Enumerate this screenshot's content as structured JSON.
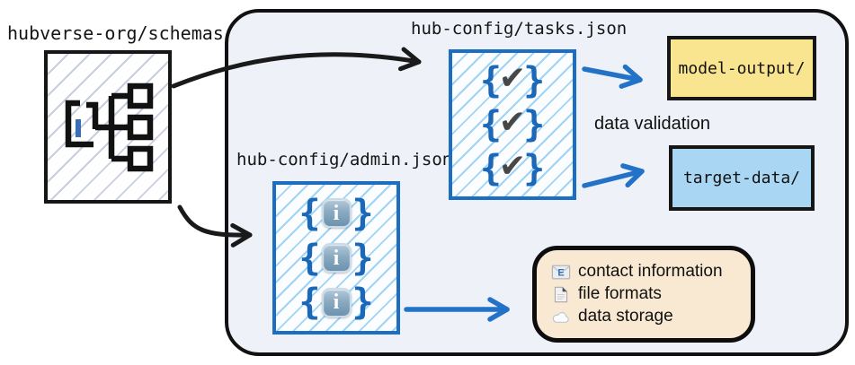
{
  "diagram": {
    "schemas_label": "hubverse-org/schemas",
    "tasks_label": "hub-config/tasks.json",
    "admin_label": "hub-config/admin.json",
    "model_output_label": "model-output/",
    "target_data_label": "target-data/",
    "validation_label": "data validation"
  },
  "glyphs": {
    "brace_open": "{",
    "brace_close": "}",
    "check": "✔",
    "info": "i"
  },
  "admin_requirements": [
    {
      "icon": "email-icon",
      "label": "contact information"
    },
    {
      "icon": "file-icon",
      "label": "file formats"
    },
    {
      "icon": "cloud-icon",
      "label": "data storage"
    }
  ],
  "colors": {
    "container_bg": "#eef1f8",
    "config_border_blue": "#1b6ec2",
    "hatch_blue": "#9fd4f5",
    "hatch_gray": "#c6cedf",
    "brace_blue": "#1b67b8",
    "check_gray": "#474747",
    "model_output_bg": "#f9e58f",
    "target_data_bg": "#a9d6f3",
    "info_panel_bg": "#f9e9d2",
    "arrow_blue": "#2273c8",
    "arrow_black": "#1a1a1a"
  }
}
